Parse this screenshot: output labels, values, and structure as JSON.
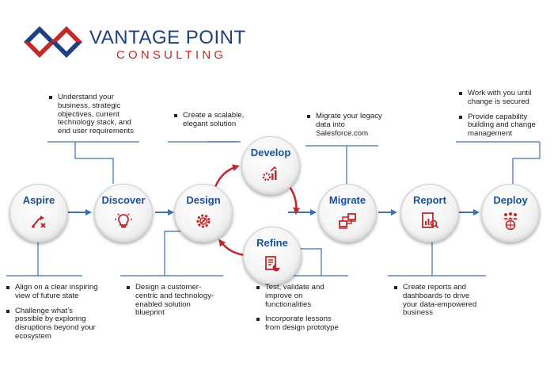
{
  "brand": {
    "name": "VANTAGE POINT",
    "tagline": "CONSULTING",
    "colors": {
      "blue": "#1f3f7f",
      "red": "#c22a2a"
    }
  },
  "stages": [
    {
      "id": "aspire",
      "label": "Aspire",
      "icon": "strategy-play-icon"
    },
    {
      "id": "discover",
      "label": "Discover",
      "icon": "lightbulb-icon"
    },
    {
      "id": "design",
      "label": "Design",
      "icon": "gear-pencil-icon"
    },
    {
      "id": "develop",
      "label": "Develop",
      "icon": "gear-chart-icon"
    },
    {
      "id": "refine",
      "label": "Refine",
      "icon": "document-chart-icon"
    },
    {
      "id": "migrate",
      "label": "Migrate",
      "icon": "data-migration-icon"
    },
    {
      "id": "report",
      "label": "Report",
      "icon": "report-chart-icon"
    },
    {
      "id": "deploy",
      "label": "Deploy",
      "icon": "people-globe-icon"
    }
  ],
  "notes": {
    "aspire": [
      "Align on a clear inspiring view of future state",
      "Challenge what’s possible by exploring disruptions beyond your ecosystem"
    ],
    "discover": [
      "Understand your business, strategic objectives, current technology stack, and end user requirements"
    ],
    "design": [
      "Design a customer-centric and technology-enabled solution blueprint"
    ],
    "develop": [
      "Create a scalable, elegant solution"
    ],
    "refine": [
      "Test, validate and improve on functionalities",
      "Incorporate lessons from design prototype"
    ],
    "migrate": [
      "Migrate your legacy data into Salesforce.com"
    ],
    "report": [
      "Create reports and dashboards to drive your data-empowered business"
    ],
    "deploy": [
      "Work with you until change is secured",
      "Provide capability building and change management"
    ]
  },
  "palette": {
    "label_blue": "#1a4f96",
    "connector_blue": "#3a6fb0",
    "cycle_red": "#c0282d",
    "icon_red": "#c0282d"
  }
}
